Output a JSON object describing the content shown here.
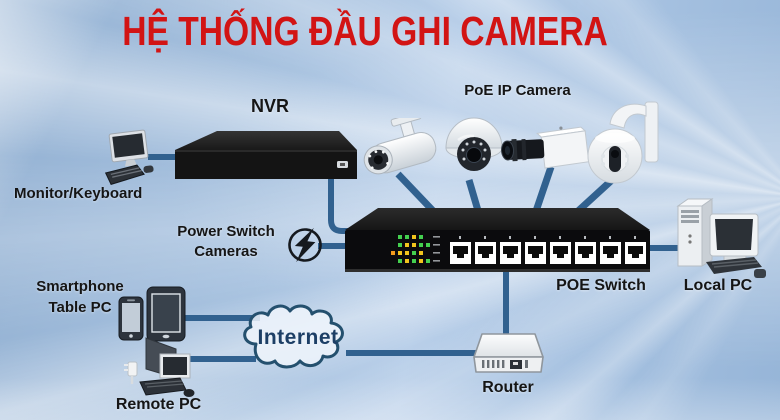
{
  "title": "HỆ THỐNG ĐẦU GHI CAMERA",
  "labels": {
    "nvr": "NVR",
    "monitor_keyboard": "Monitor/Keyboard",
    "poe_ip_camera": "PoE IP Camera",
    "power_switch_line1": "Power Switch",
    "power_switch_line2": "Cameras",
    "poe_switch": "POE Switch",
    "local_pc": "Local PC",
    "smartphone_line1": "Smartphone",
    "smartphone_line2": "Table PC",
    "internet": "Internet",
    "remote_pc": "Remote PC",
    "router": "Router"
  },
  "colors": {
    "title_red": "#d21414",
    "connection_blue": "#31618f",
    "background_blue": "#a9c3e0",
    "label_black": "#151515",
    "internet_text_navy": "#1d3f66",
    "device_black": "#121212",
    "device_white": "#f2f4f6",
    "led_green": "#44d04f",
    "led_yellow": "#f2c51d"
  },
  "icons": {
    "monitor_keyboard": "monitor-keyboard-icon",
    "nvr": "nvr-box-icon",
    "bullet_camera": "bullet-camera-icon",
    "dome_camera": "dome-camera-icon",
    "box_camera": "box-camera-icon",
    "ptz_camera": "ptz-camera-icon",
    "lightning": "lightning-bolt-icon",
    "poe_switch": "poe-switch-icon",
    "local_pc": "desktop-pc-icon",
    "smartphone_tablet": "smartphone-tablet-icon",
    "internet_cloud": "internet-cloud-icon",
    "remote_pc": "remote-pc-icon",
    "router": "router-icon"
  },
  "connections": [
    {
      "from": "monitor-keyboard",
      "to": "nvr"
    },
    {
      "from": "nvr",
      "to": "poe-switch"
    },
    {
      "from": "power-lightning",
      "to": "poe-switch"
    },
    {
      "from": "bullet-camera",
      "to": "poe-switch"
    },
    {
      "from": "dome-camera",
      "to": "poe-switch"
    },
    {
      "from": "box-camera",
      "to": "poe-switch"
    },
    {
      "from": "ptz-camera",
      "to": "poe-switch"
    },
    {
      "from": "poe-switch",
      "to": "local-pc"
    },
    {
      "from": "poe-switch",
      "to": "router"
    },
    {
      "from": "internet-cloud",
      "to": "router"
    },
    {
      "from": "smartphone-tablet",
      "to": "internet-cloud"
    },
    {
      "from": "remote-pc",
      "to": "internet-cloud"
    }
  ]
}
